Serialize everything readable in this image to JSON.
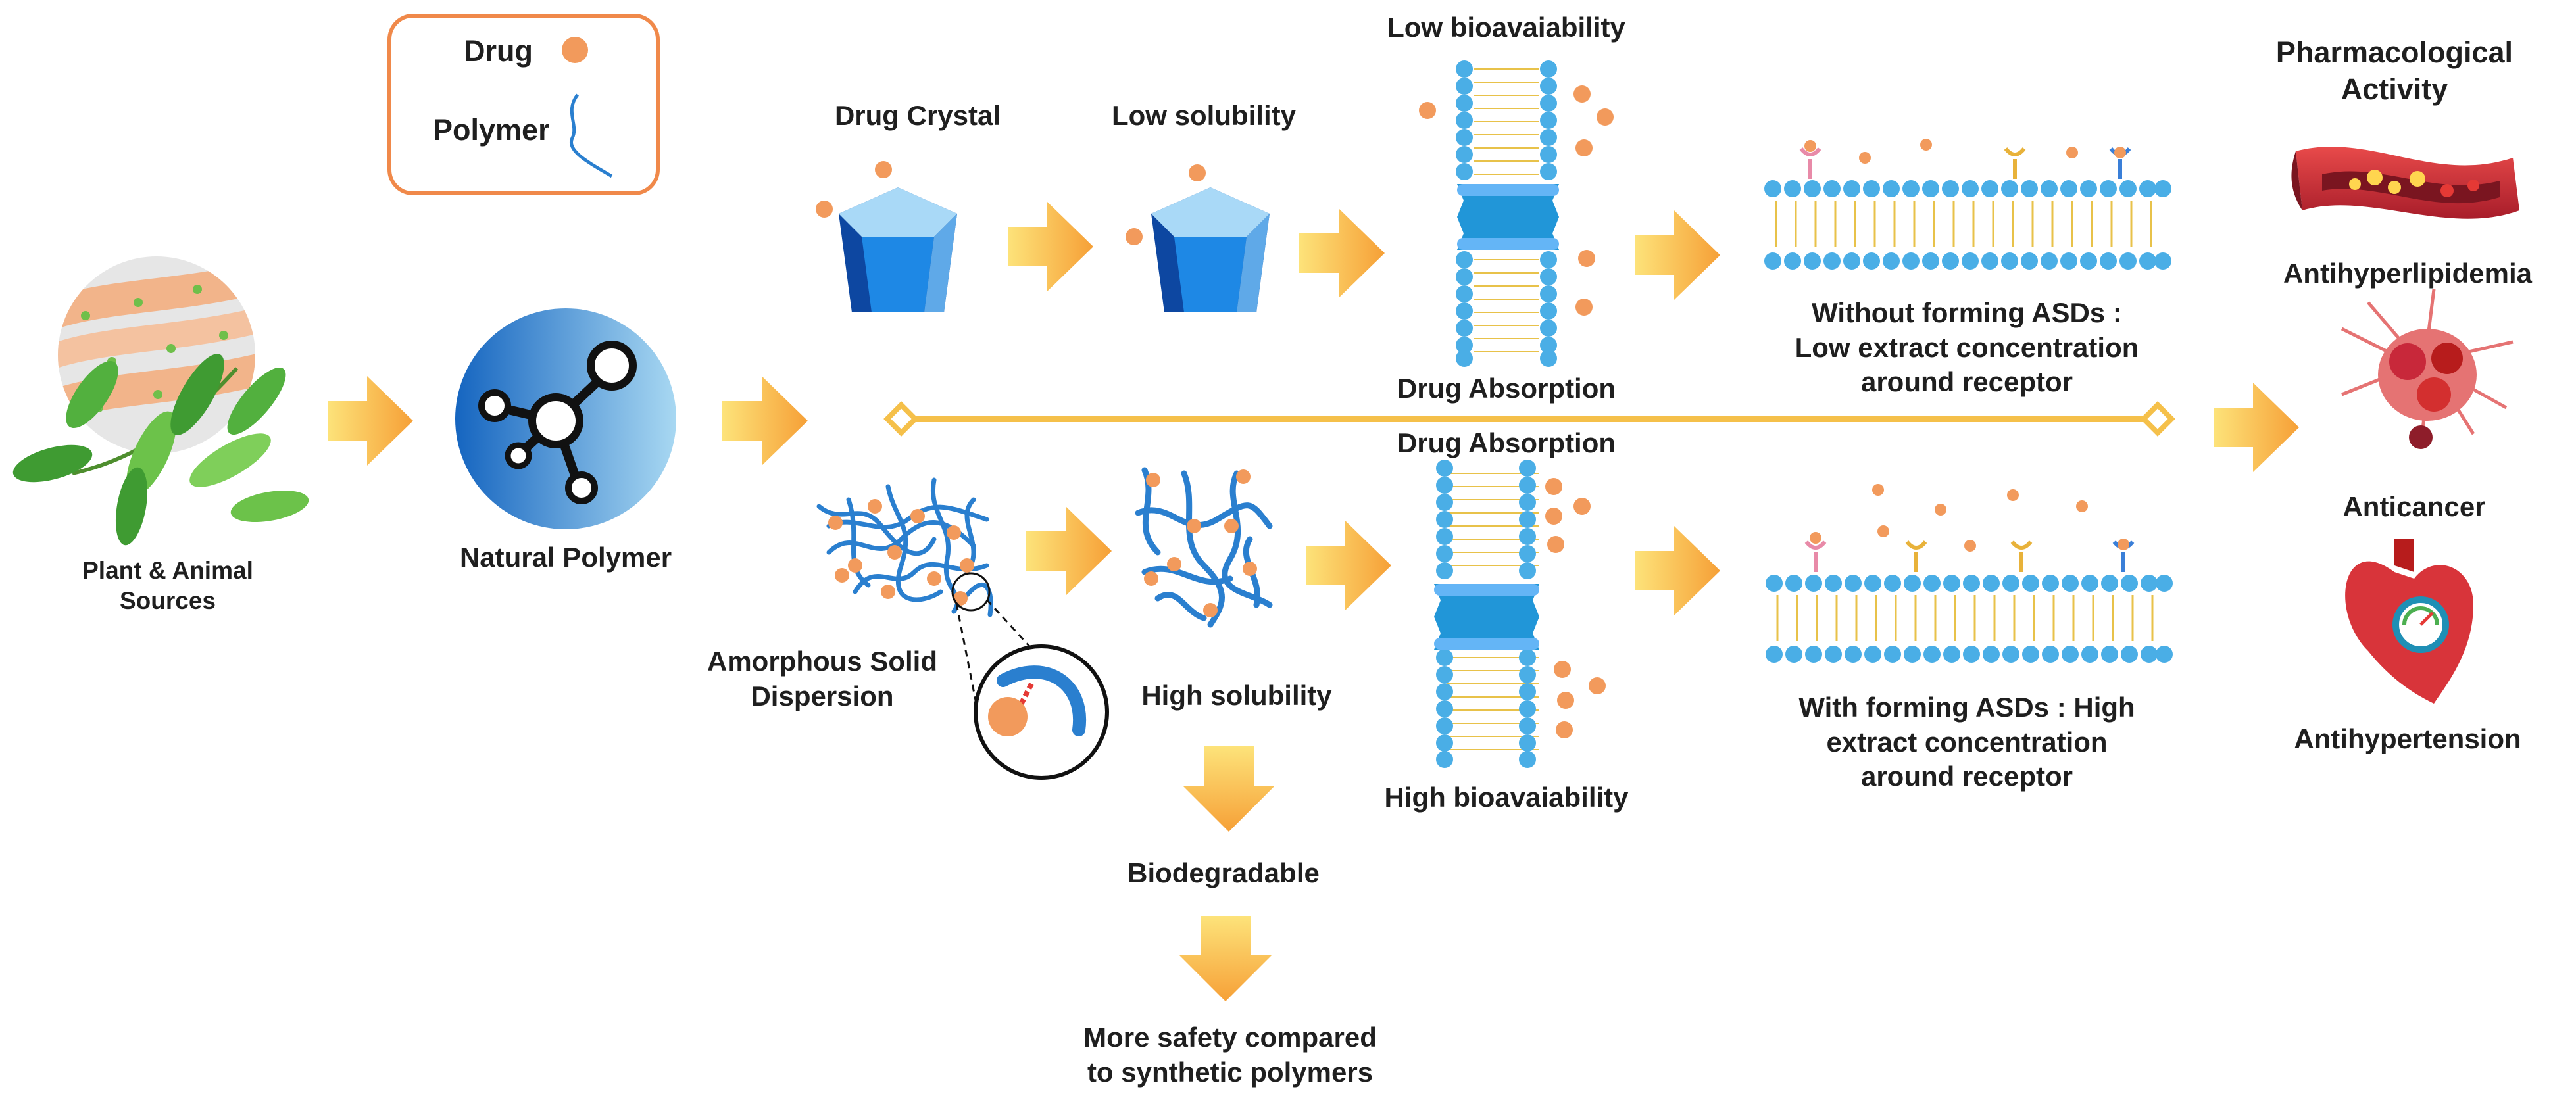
{
  "legend": {
    "drug": "Drug",
    "polymer": "Polymer"
  },
  "sources": {
    "line1": "Plant & Animal",
    "line2": "Sources"
  },
  "natural_polymer": "Natural Polymer",
  "top": {
    "drug_crystal": "Drug Crystal",
    "low_solubility": "Low solubility",
    "low_bioavailability": "Low bioavaiability",
    "drug_absorption": "Drug Absorption",
    "without_line1": "Without forming ASDs :",
    "without_line2": "Low extract concentration",
    "without_line3": "around receptor"
  },
  "bottom": {
    "drug_absorption": "Drug Absorption",
    "asd_line1": "Amorphous Solid",
    "asd_line2": "Dispersion",
    "high_solubility": "High solubility",
    "high_bioavailability": "High bioavaiability",
    "with_line1": "With forming ASDs : High",
    "with_line2": "extract concentration",
    "with_line3": "around receptor",
    "biodegradable": "Biodegradable",
    "safety_line1": "More safety compared",
    "safety_line2": "to synthetic polymers"
  },
  "activity": {
    "title_line1": "Pharmacological",
    "title_line2": "Activity",
    "antihyperlipidemia": "Antihyperlipidemia",
    "anticancer": "Anticancer",
    "antihypertension": "Antihypertension"
  },
  "colors": {
    "drug": "#f29a5c",
    "polymer": "#2a7fcf",
    "arrow_light": "#fdd96a",
    "arrow_dark": "#f7a23a",
    "membrane_head": "#4aaee6",
    "membrane_tail": "#e8c24a",
    "channel": "#2196d8",
    "legend_border": "#f0894a",
    "divider": "#f5c04a",
    "heart": "#d8343a",
    "tumor": "#c8283a"
  }
}
